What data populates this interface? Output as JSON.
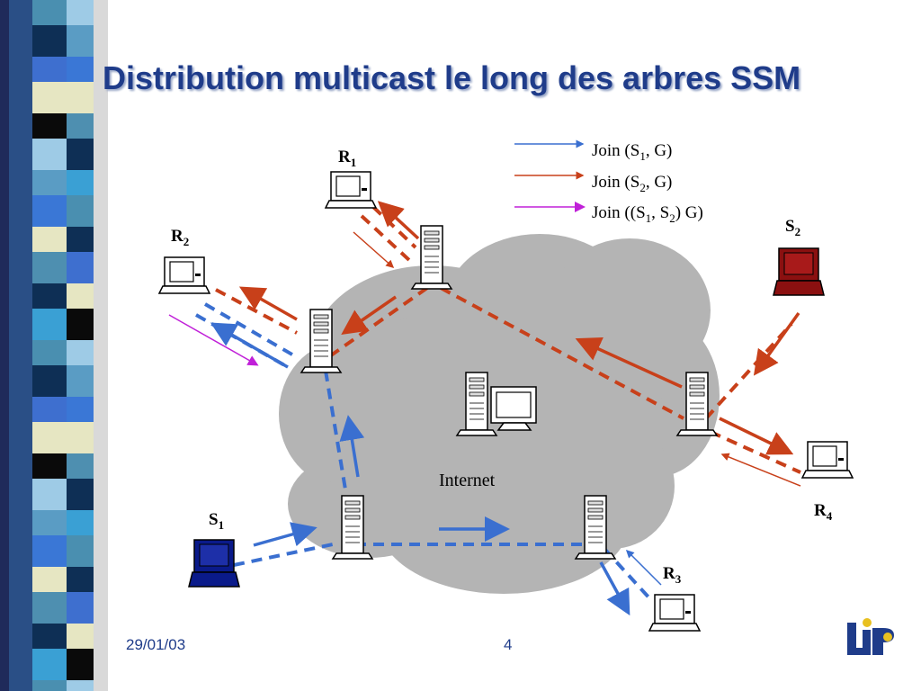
{
  "slide": {
    "title": "Distribution multicast le long des arbres SSM",
    "date": "29/01/03",
    "page_number": "4",
    "logo_text": "LIP6"
  },
  "legend": [
    {
      "text_main": "Join (S",
      "sub1": "1",
      "tail": ", G)",
      "color": "#3a6fd0",
      "icon": "arrow-blue"
    },
    {
      "text_main": "Join (S",
      "sub1": "2",
      "tail": ", G)",
      "color": "#c8401a",
      "icon": "arrow-red"
    },
    {
      "text_main": "Join ((S",
      "sub1": "1",
      "mid": ", S",
      "sub2": "2",
      "tail": ") G)",
      "color": "#c020d8",
      "icon": "arrow-purple"
    }
  ],
  "nodes": {
    "r1": {
      "main": "R",
      "sub": "1"
    },
    "r2": {
      "main": "R",
      "sub": "2"
    },
    "r3": {
      "main": "R",
      "sub": "3"
    },
    "r4": {
      "main": "R",
      "sub": "4"
    },
    "s1": {
      "main": "S",
      "sub": "1"
    },
    "s2": {
      "main": "S",
      "sub": "2"
    },
    "cloud_label": "Internet"
  },
  "colors": {
    "title": "#1f3c8a",
    "blue_tree": "#3a6fd0",
    "red_tree": "#c8401a",
    "purple": "#c020d8",
    "cloud": "#b4b4b4",
    "s1_laptop": "#0a1a8a",
    "s2_laptop": "#8b1010"
  }
}
